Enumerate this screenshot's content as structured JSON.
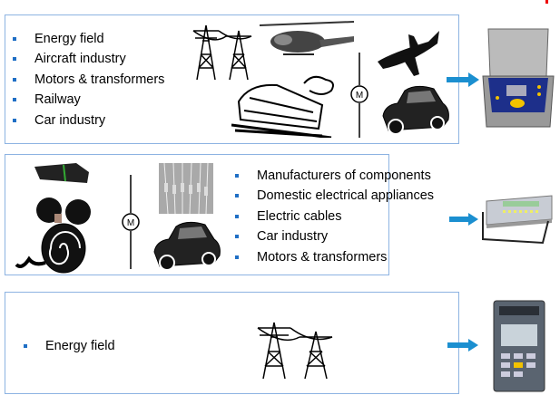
{
  "sections": [
    {
      "items": [
        "Energy field",
        "Aircraft industry",
        "Motors & transformers",
        "Railway",
        "Car industry"
      ]
    },
    {
      "items": [
        "Manufacturers of components",
        "Domestic electrical appliances",
        "Electric cables",
        "Car industry",
        "Motors & transformers"
      ]
    },
    {
      "items": [
        "Energy field"
      ]
    }
  ],
  "motor_symbol": "M",
  "colors": {
    "border": "#8db3e2",
    "bullet": "#1f6fc5",
    "arrow": "#1b8fd0"
  }
}
